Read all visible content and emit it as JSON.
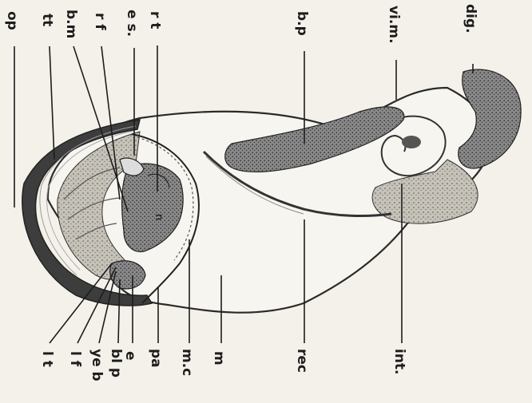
{
  "figure": {
    "labels": [
      {
        "id": "dig",
        "text": "dig."
      },
      {
        "id": "vim",
        "text": "vi.m."
      },
      {
        "id": "bp",
        "text": "b.p"
      },
      {
        "id": "rt-top",
        "text": "r t"
      },
      {
        "id": "es",
        "text": "e s."
      },
      {
        "id": "rf-top",
        "text": "r f"
      },
      {
        "id": "bm",
        "text": "b.m"
      },
      {
        "id": "tt",
        "text": "tt"
      },
      {
        "id": "op",
        "text": "op"
      },
      {
        "id": "int",
        "text": "int."
      },
      {
        "id": "rec",
        "text": "rec"
      },
      {
        "id": "m",
        "text": "m"
      },
      {
        "id": "mc",
        "text": "m.c"
      },
      {
        "id": "pa",
        "text": "pa"
      },
      {
        "id": "e",
        "text": "e"
      },
      {
        "id": "blp",
        "text": "bl p"
      },
      {
        "id": "yeb",
        "text": "ye b"
      },
      {
        "id": "lf",
        "text": "l f"
      },
      {
        "id": "lt",
        "text": "l t"
      }
    ]
  }
}
